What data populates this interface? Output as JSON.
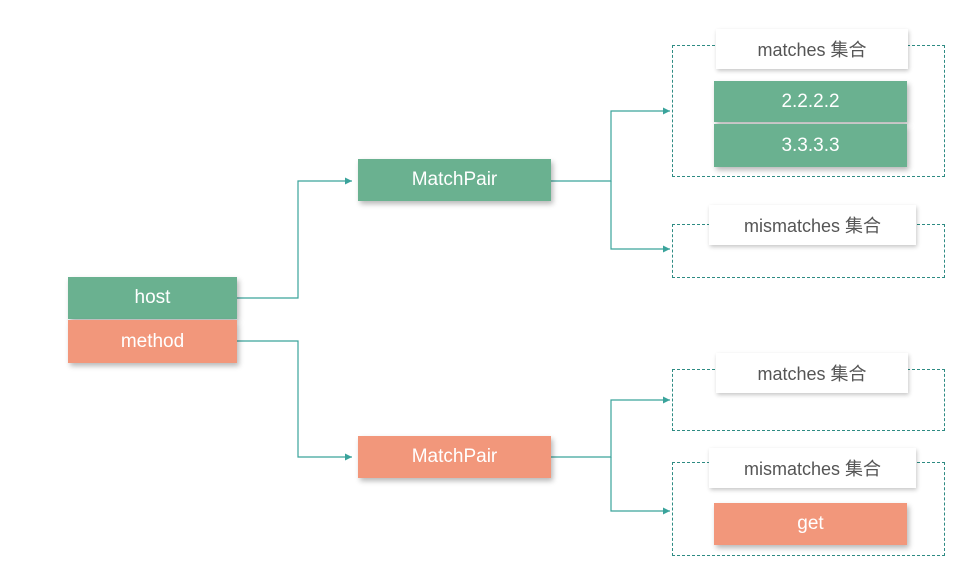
{
  "colors": {
    "green": "#6ab190",
    "salmon": "#f2977b",
    "connector": "#3aa39b",
    "group_border": "#2e8b83"
  },
  "left": {
    "host_label": "host",
    "method_label": "method"
  },
  "pairs": [
    {
      "label": "MatchPair",
      "matches": {
        "label": "matches 集合",
        "items": [
          "2.2.2.2",
          "3.3.3.3"
        ]
      },
      "mismatches": {
        "label": "mismatches 集合",
        "items": []
      }
    },
    {
      "label": "MatchPair",
      "matches": {
        "label": "matches 集合",
        "items": []
      },
      "mismatches": {
        "label": "mismatches 集合",
        "items": [
          "get"
        ]
      }
    }
  ]
}
